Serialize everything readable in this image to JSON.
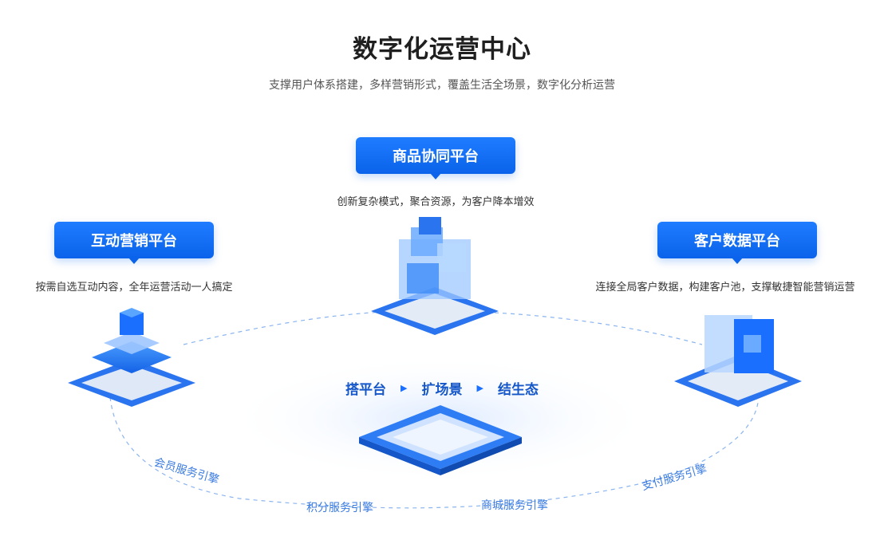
{
  "header": {
    "title": "数字化运营中心",
    "subtitle": "支撑用户体系搭建，多样营销形式，覆盖生活全场景，数字化分析运营"
  },
  "platforms": {
    "product": {
      "label": "商品协同平台",
      "desc": "创新复杂模式，聚合资源，为客户降本增效"
    },
    "marketing": {
      "label": "互动营销平台",
      "desc": "按需自选互动内容，全年运营活动一人搞定"
    },
    "customer": {
      "label": "客户数据平台",
      "desc": "连接全局客户数据，构建客户池，支撑敏捷智能营销运营"
    }
  },
  "center": {
    "step1": "搭平台",
    "step2": "扩场景",
    "step3": "结生态"
  },
  "engines": {
    "member": "会员服务引擎",
    "points": "积分服务引擎",
    "mall": "商城服务引擎",
    "payment": "支付服务引擎"
  },
  "colors": {
    "primary": "#0a63ea",
    "accent": "#1a6fff",
    "dashed": "#8ab4f0"
  }
}
